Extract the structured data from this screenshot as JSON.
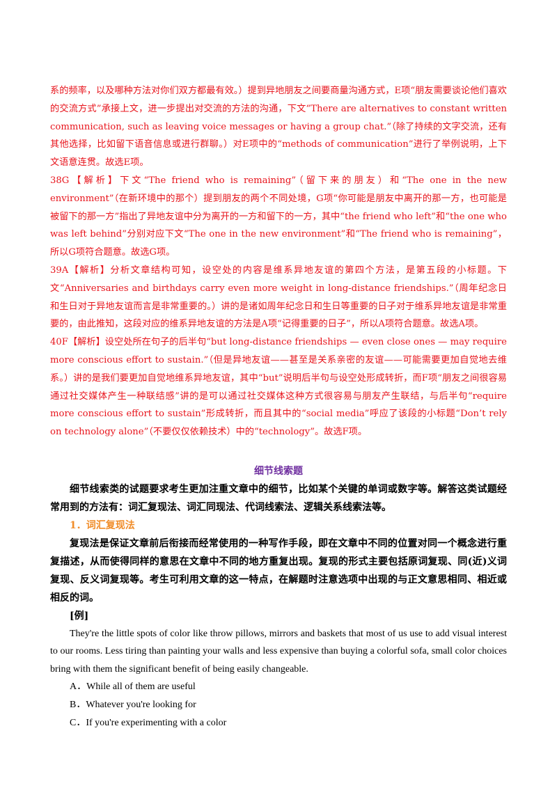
{
  "answers": [
    "系的频率，以及哪种方法对你们双方都最有效。）提到异地朋友之间要商量沟通方式，E项“朋友需要谈论他们喜欢的交流方式”承接上文，进一步提出对交流的方法的沟通，下文“There are alternatives to constant written communication, such as leaving voice messages or having a group chat.”（除了持续的文字交流，还有其他选择，比如留下语音信息或进行群聊。）对E项中的“methods of communication”进行了举例说明，上下文语意连贯。故选E项。",
    "38G【解析】下文“The friend who is remaining”（留下来的朋友）和“The one in the new environment”（在新环境中的那个）提到朋友的两个不同处境，G项“你可能是朋友中离开的那一方，也可能是被留下的那一方”指出了异地友谊中分为离开的一方和留下的一方，其中“the friend who left”和“the one who was left behind”分别对应下文“The one in the new environment”和“The friend who is remaining”，所以G项符合题意。故选G项。",
    "39A【解析】分析文章结构可知，设空处的内容是维系异地友谊的第四个方法，是第五段的小标题。下文“Anniversaries and birthdays carry even more weight in long-distance friendships.”（周年纪念日和生日对于异地友谊而言是非常重要的。）讲的是诸如周年纪念日和生日等重要的日子对于维系异地友谊是非常重要的，由此推知，这段对应的维系异地友谊的方法是A项“记得重要的日子”，所以A项符合题意。故选A项。",
    "40F【解析】设空处所在句子的后半句“but long-distance friendships — even close ones — may require more conscious effort to sustain.”（但是异地友谊——甚至是关系亲密的友谊——可能需要更加自觉地去维系。）讲的是我们要更加自觉地维系异地友谊，其中“but”说明后半句与设空处形成转折，而F项“朋友之间很容易通过社交媒体产生一种联结感”讲的是可以通过社交媒体这种方式很容易与朋友产生联结，与后半句“require more conscious effort to sustain”形成转折，而且其中的“social media”呼应了该段的小标题“Don’t rely on technology alone”（不要仅仅依赖技术）中的“technology”。故选F项。"
  ],
  "section": {
    "title": "细节线索题",
    "intro": "细节线索类的试题要求考生更加注重文章中的细节，比如某个关键的单词或数字等。解答这类试题经常用到的方法有：词汇复现法、词汇同现法、代词线索法、逻辑关系线索法等。",
    "subheading": "1．词汇复现法",
    "description": "复现法是保证文章前后衔接而经常使用的一种写作手段，即在文章中不同的位置对同一个概念进行重复描述，从而使得同样的意思在文章中不同的地方重复出现。复现的形式主要包括原词复现、同(近)义词复现、反义词复现等。考生可利用文章的这一特点，在解题时注意选项中出现的与正文意思相同、相近或相反的词。",
    "example_label": "[例]",
    "example_text": "They're the little spots of color like throw pillows, mirrors and baskets that most of us use to add visual interest to our rooms. Less tiring than painting your walls and less expensive than buying a colorful sofa, small color choices bring with them the significant benefit of being easily changeable.",
    "options": [
      "A．While all of them are useful",
      "B．Whatever you're looking for",
      "C．If you're experimenting with a color"
    ]
  }
}
